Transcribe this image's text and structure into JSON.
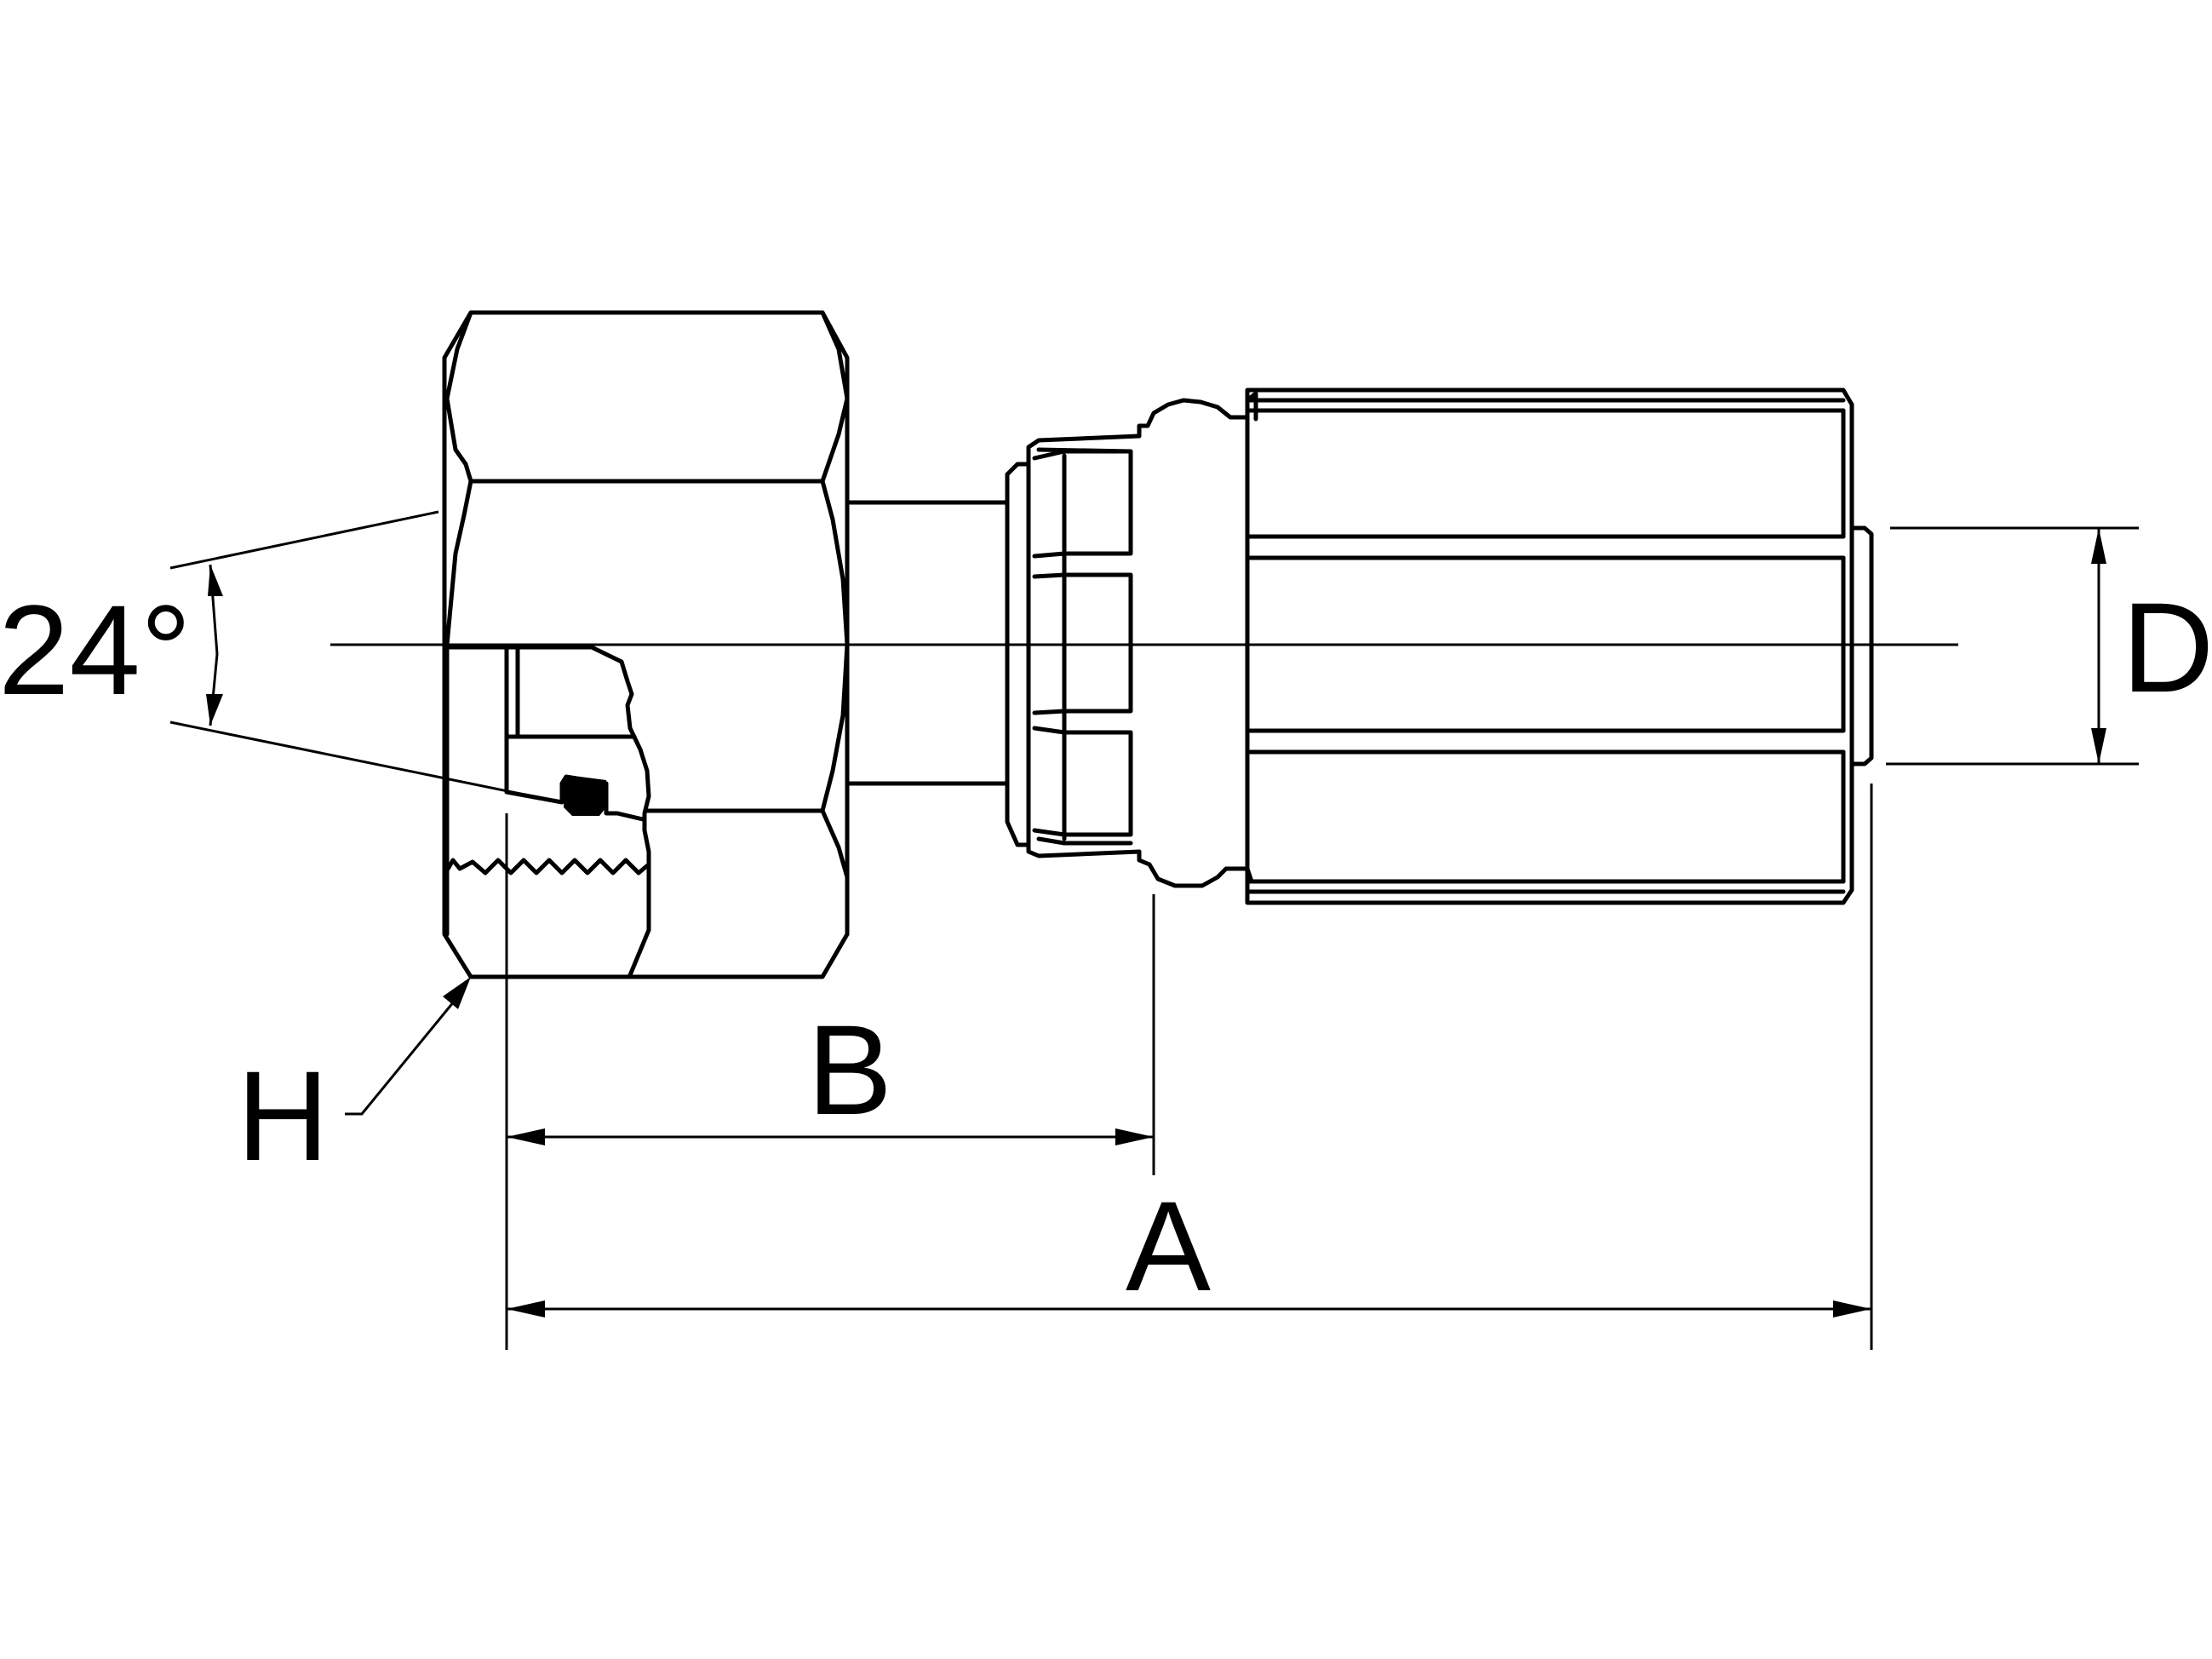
{
  "labels": {
    "angle": "24°",
    "dim_d": "D",
    "dim_b": "B",
    "dim_a": "A",
    "dim_h": "H"
  }
}
